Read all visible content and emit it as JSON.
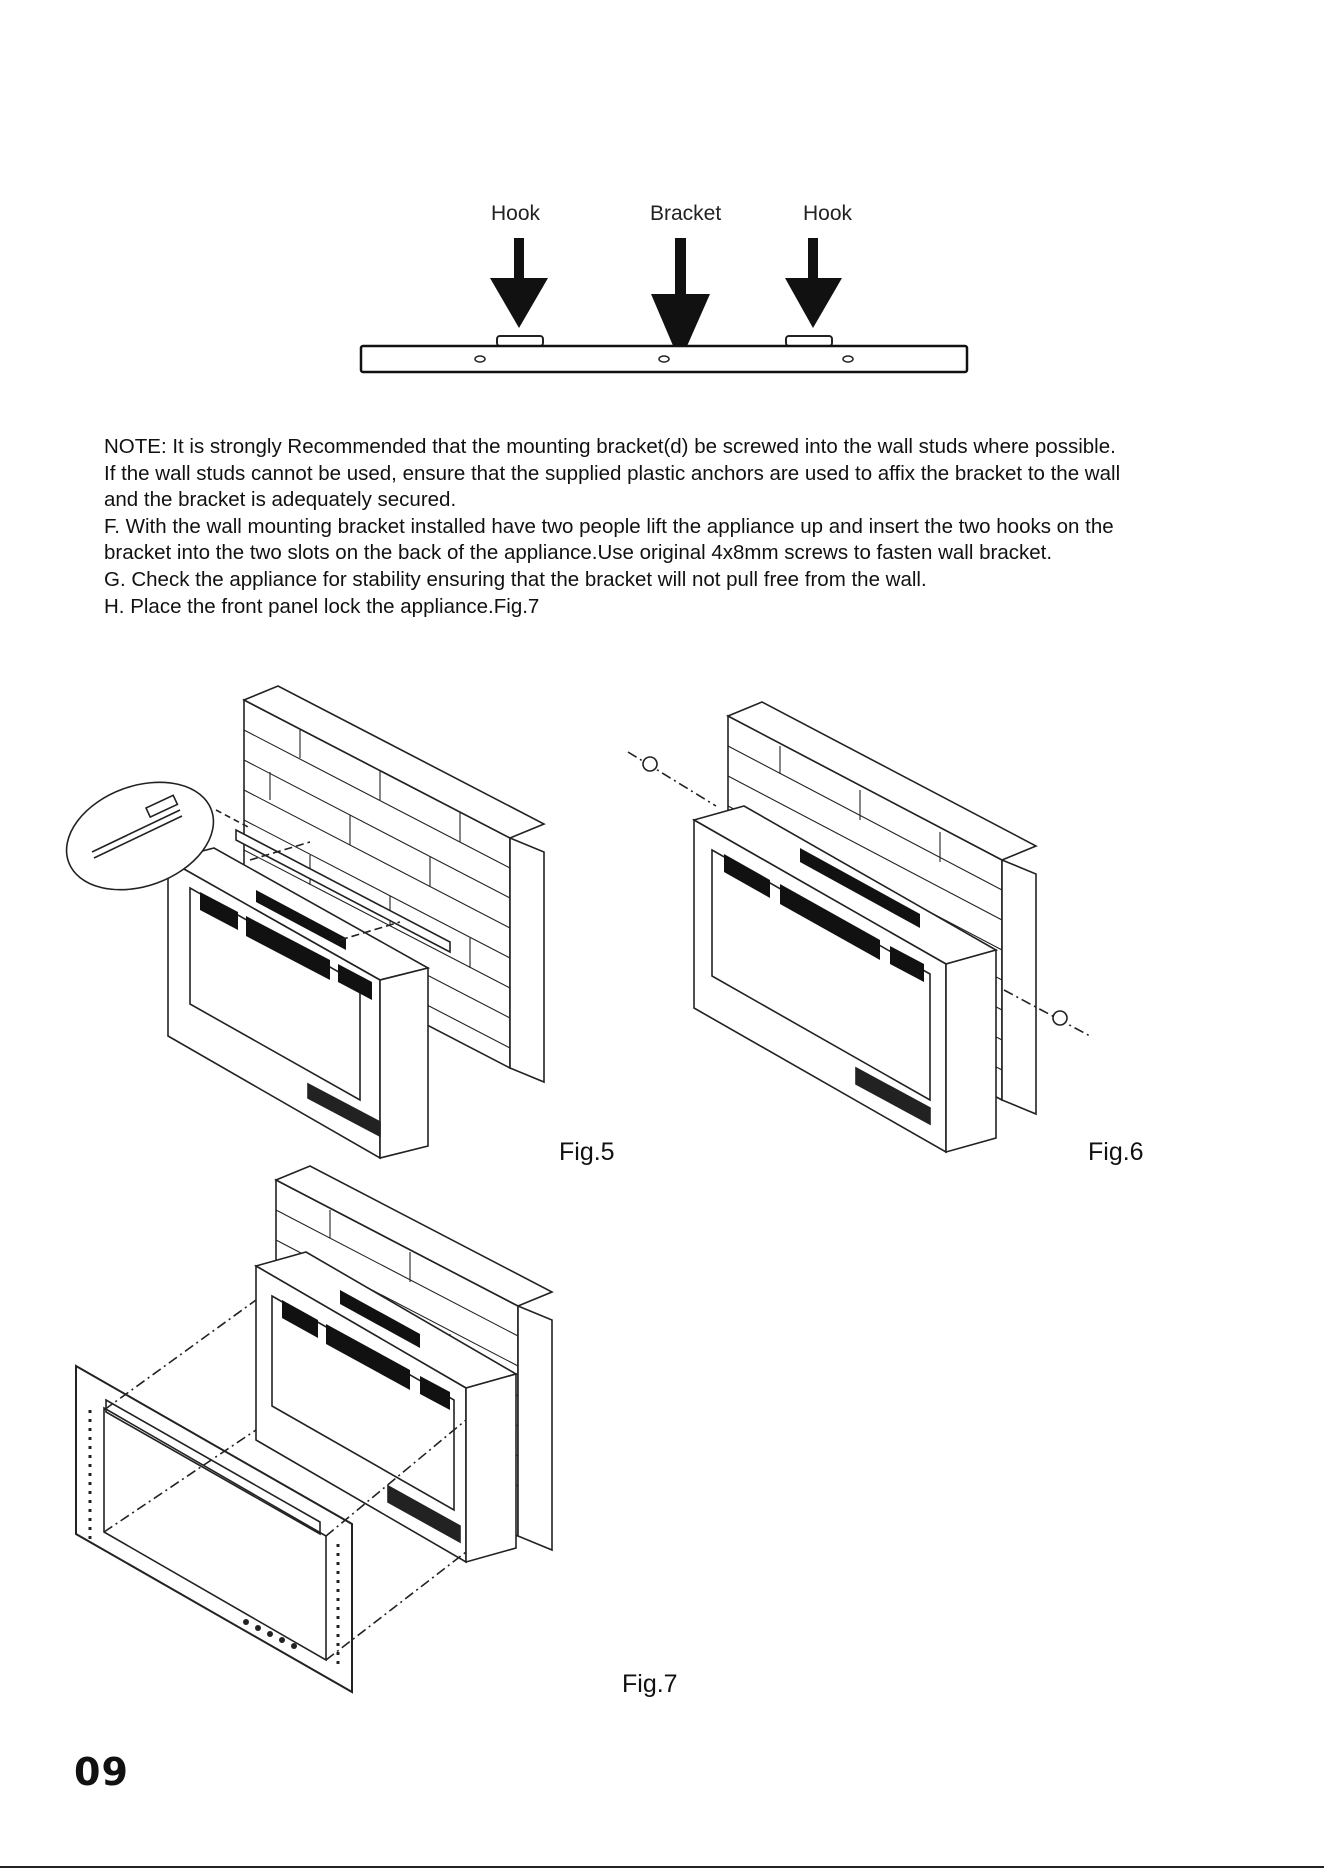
{
  "bracket_diagram": {
    "labels": [
      "Hook",
      "Bracket",
      "Hook"
    ]
  },
  "instructions": {
    "lines": [
      "NOTE: It is strongly Recommended that the mounting bracket(d) be screwed into the wall studs where possible.",
      "If the wall studs cannot be used, ensure that the supplied plastic anchors are used to affix the bracket to the wall",
      "and the bracket is adequately secured.",
      "F. With the wall mounting bracket installed have two people lift the appliance up and insert the two hooks on the",
      "bracket into the two slots on the back of the appliance.Use original 4x8mm screws to fasten wall bracket.",
      "G. Check the appliance for stability ensuring that the bracket will not pull free from the wall.",
      "H. Place the front panel lock the appliance.Fig.7"
    ]
  },
  "figures": {
    "fig5": "Fig.5",
    "fig6": "Fig.6",
    "fig7": "Fig.7"
  },
  "page_number": "09"
}
